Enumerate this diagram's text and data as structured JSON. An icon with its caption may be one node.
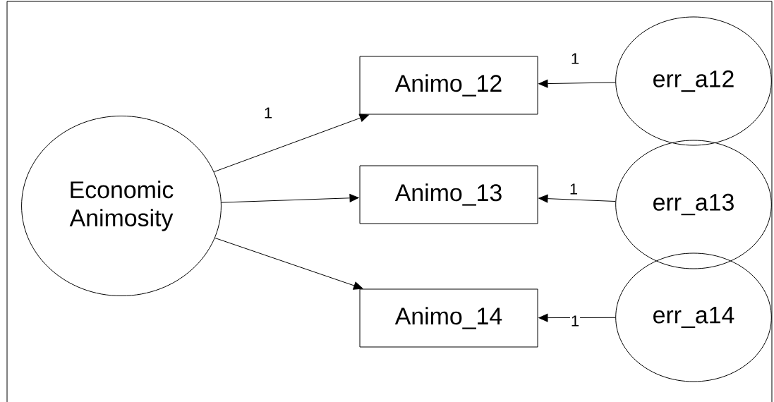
{
  "diagram": {
    "nodes": [
      {
        "text": [
          "Economic Animosity"
        ]
      },
      {
        "text": [
          "Animo_12"
        ]
      },
      {
        "text": [
          "Animo_13"
        ]
      },
      {
        "text": [
          "Animo_14"
        ]
      },
      {
        "text": [
          "err_a12"
        ]
      },
      {
        "text": [
          "err_a13"
        ]
      },
      {
        "text": [
          "err_a14"
        ]
      }
    ],
    "edges": [
      {
        "from": 0,
        "to": 1,
        "arrow": "to",
        "label": "1"
      },
      {
        "from": 0,
        "to": 2,
        "arrow": "to"
      },
      {
        "from": 0,
        "to": 3,
        "arrow": "to"
      },
      {
        "from": 4,
        "to": 1,
        "arrow": "to",
        "label": "1"
      },
      {
        "from": 5,
        "to": 2,
        "arrow": "to",
        "label": "1"
      },
      {
        "from": 6,
        "to": 3,
        "arrow": "to",
        "label": "1"
      }
    ]
  }
}
